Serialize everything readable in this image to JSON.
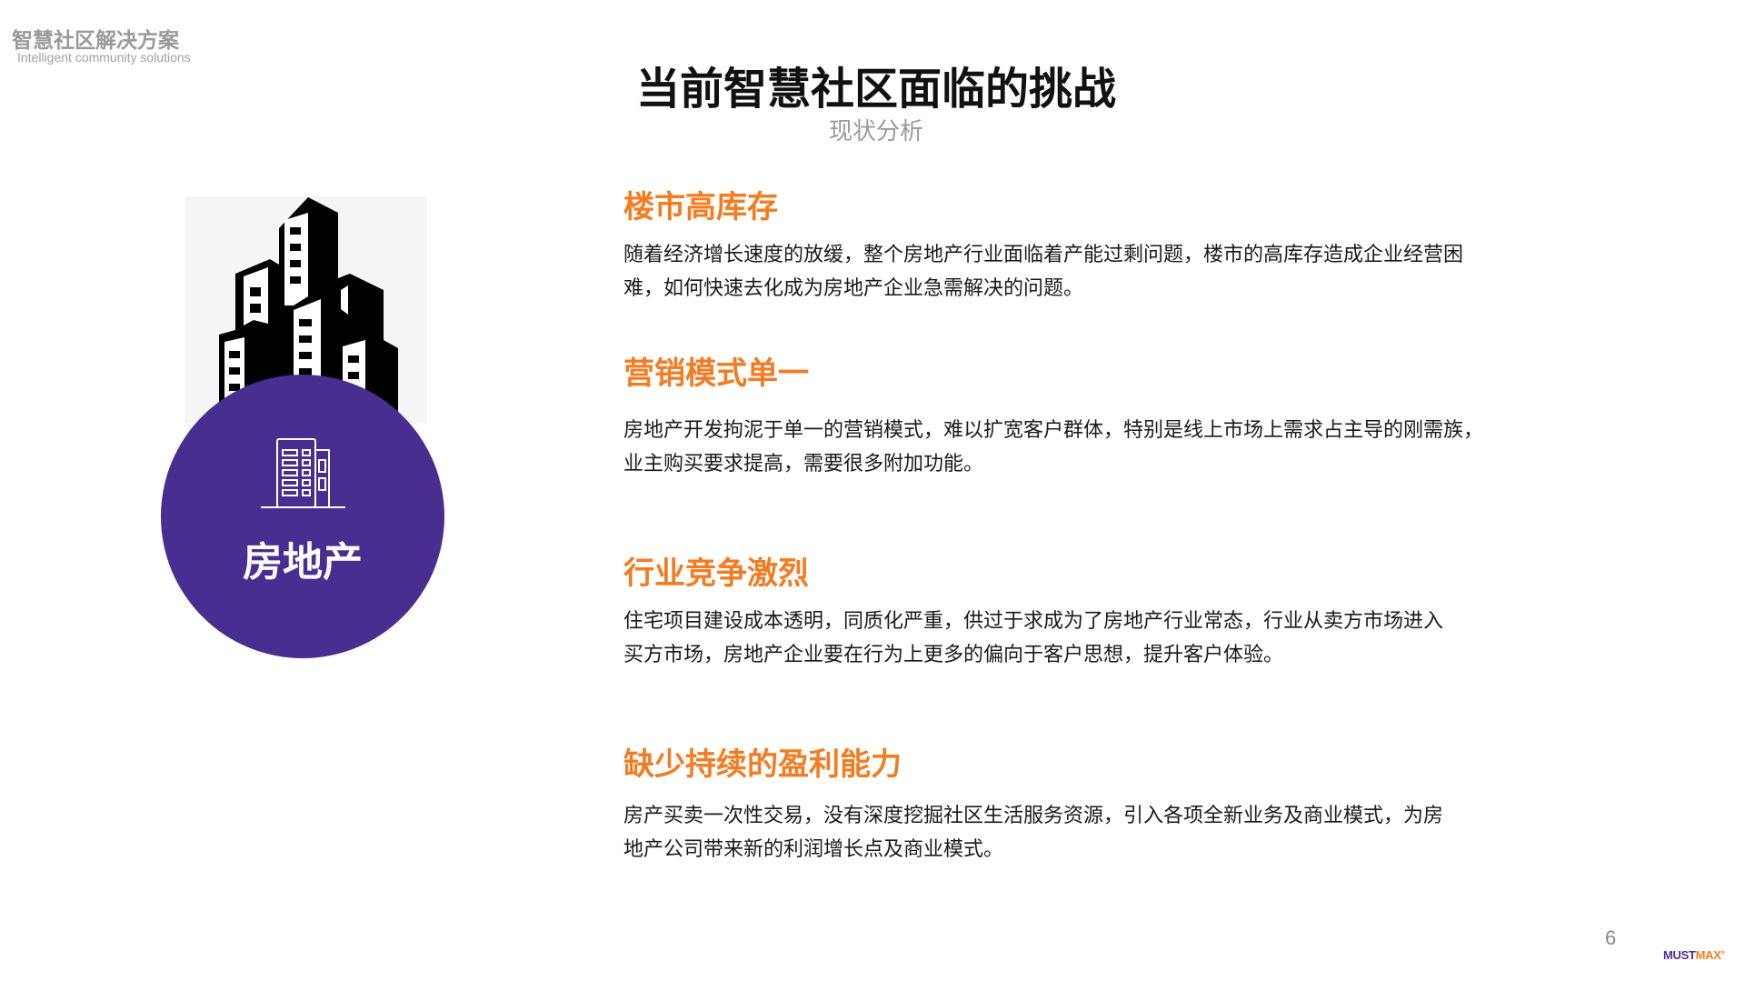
{
  "brand": {
    "cn": "智慧社区解决方案",
    "en": "Intelligent community solutions"
  },
  "header": {
    "title": "当前智慧社区面临的挑战",
    "subtitle": "现状分析"
  },
  "feature": {
    "label": "房地产",
    "icon": "building-icon",
    "color": "#482e91"
  },
  "accent_color": "#f47b20",
  "sections": [
    {
      "heading": "楼市高库存",
      "lines": [
        "随着经济增长速度的放缓，整个房地产行业面临着产能过剩问题，楼市的高库存造成企业经营困",
        "难，如何快速去化成为房地产企业急需解决的问题。"
      ]
    },
    {
      "heading": "营销模式单一",
      "lines": [
        "房地产开发拘泥于单一的营销模式，难以扩宽客户群体，特别是线上市场上需求占主导的刚需族，",
        "业主购买要求提高，需要很多附加功能。"
      ]
    },
    {
      "heading": "行业竞争激烈",
      "lines": [
        "住宅项目建设成本透明，同质化严重，供过于求成为了房地产行业常态，行业从卖方市场进入",
        "买方市场，房地产企业要在行为上更多的偏向于客户思想，提升客户体验。"
      ]
    },
    {
      "heading": "缺少持续的盈利能力",
      "lines": [
        "房产买卖一次性交易，没有深度挖掘社区生活服务资源，引入各项全新业务及商业模式，为房",
        "地产公司带来新的利润增长点及商业模式。"
      ]
    }
  ],
  "footer": {
    "page": "6",
    "logo_a": "MUST",
    "logo_b": "MAX",
    "logo_mark": "®"
  }
}
